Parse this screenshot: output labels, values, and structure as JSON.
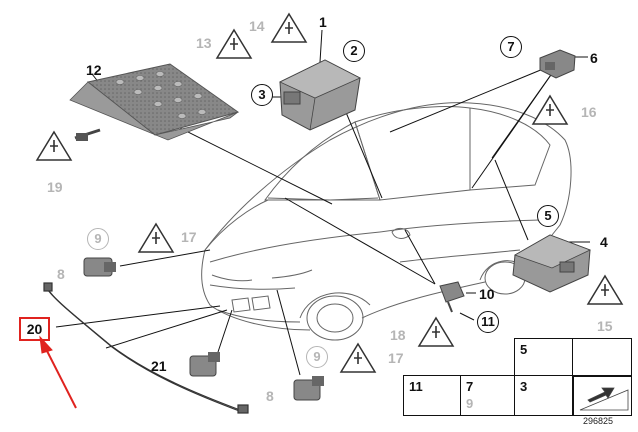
{
  "diagram": {
    "labels": {
      "l1": "1",
      "l2": "2",
      "l3": "3",
      "l4": "4",
      "l5": "5",
      "l6": "6",
      "l7": "7",
      "l8a": "8",
      "l8b": "8",
      "l9a": "9",
      "l9b": "9",
      "l10": "10",
      "l11": "11",
      "l12": "12",
      "l13": "13",
      "l14": "14",
      "l15": "15",
      "l16": "16",
      "l17a": "17",
      "l17b": "17",
      "l18": "18",
      "l19": "19",
      "l20": "20",
      "l21": "21"
    },
    "parts_table": {
      "c5": "5",
      "c3": "3",
      "c11": "11",
      "c7": "7",
      "c9": "9"
    },
    "document_id": "296825",
    "colors": {
      "highlight": "#e0231f",
      "muted": "#b5b5b5",
      "ink": "#111111"
    }
  }
}
